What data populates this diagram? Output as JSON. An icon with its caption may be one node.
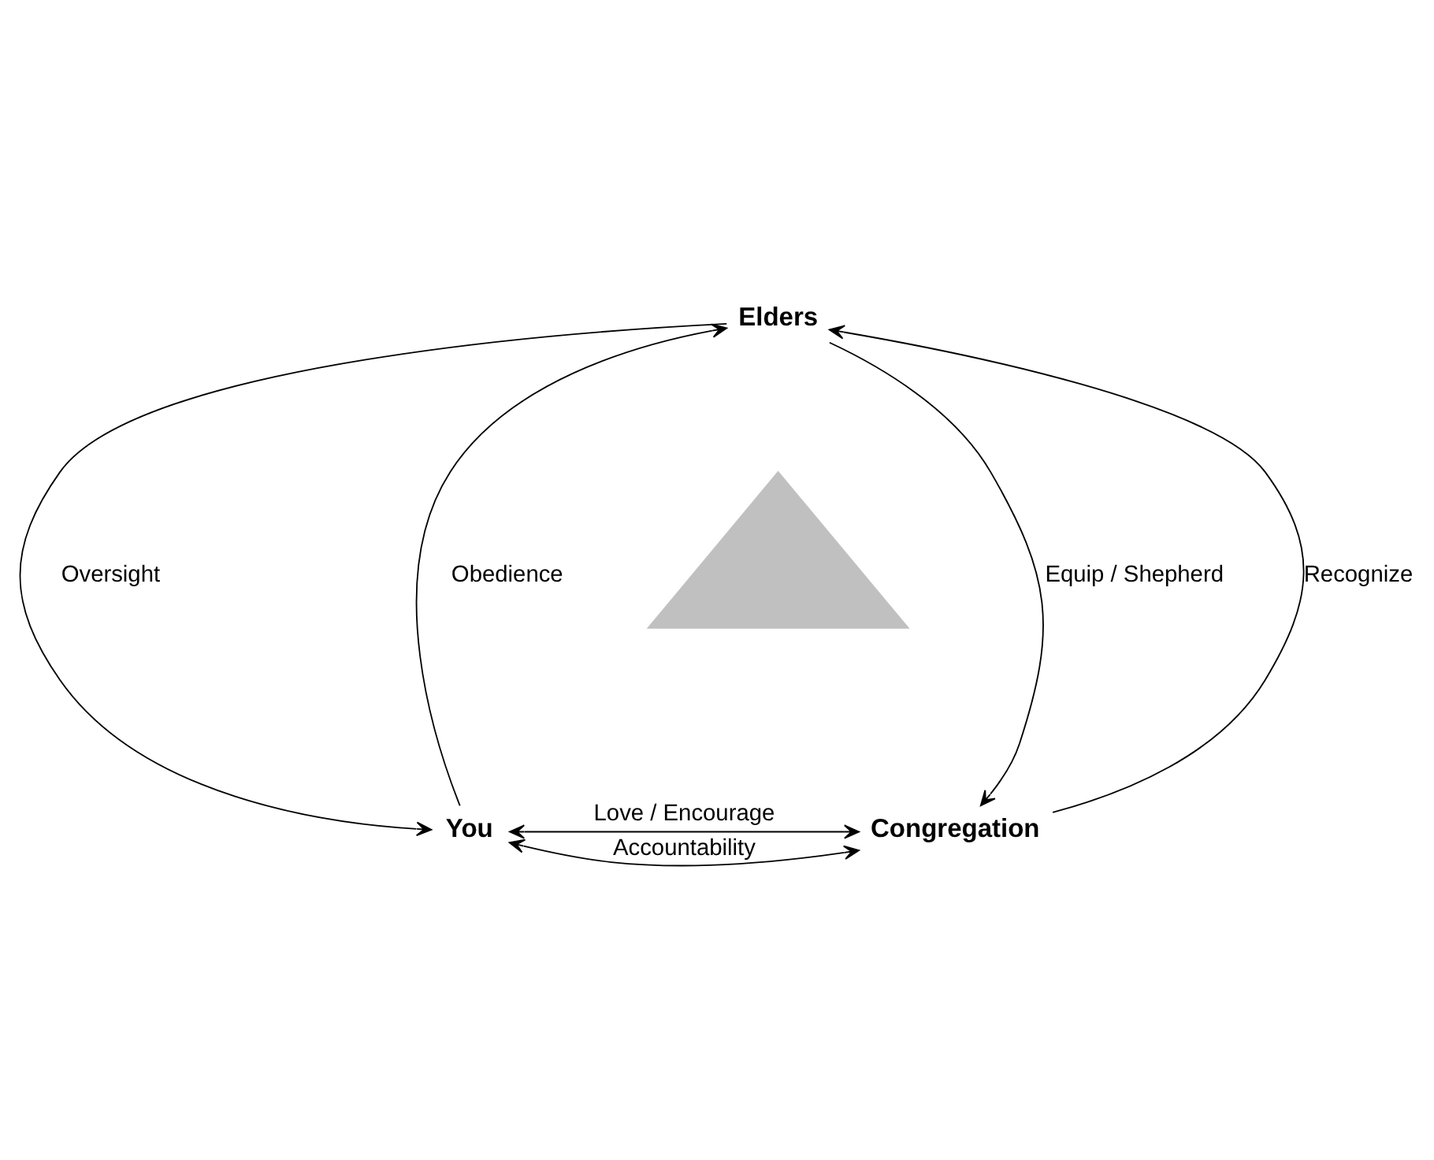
{
  "diagram": {
    "nodes": [
      {
        "text": [
          "Elders"
        ]
      },
      {
        "text": [
          "You"
        ]
      },
      {
        "text": [
          "Congregation"
        ]
      },
      {
        "text": [],
        "shape": "triangle"
      }
    ],
    "edges": [
      {
        "from": 0,
        "to": 1,
        "arrow": "to",
        "label": "Oversight"
      },
      {
        "from": 1,
        "to": 0,
        "arrow": "to",
        "label": "Obedience"
      },
      {
        "from": 0,
        "to": 2,
        "arrow": "to",
        "label": "Equip / Shepherd"
      },
      {
        "from": 2,
        "to": 0,
        "arrow": "to",
        "label": "Recognize"
      },
      {
        "from": 1,
        "to": 2,
        "arrow": "both",
        "label": "Accountability"
      },
      {
        "from": 1,
        "to": 2,
        "arrow": "both",
        "label": "Love / Encourage"
      }
    ]
  }
}
